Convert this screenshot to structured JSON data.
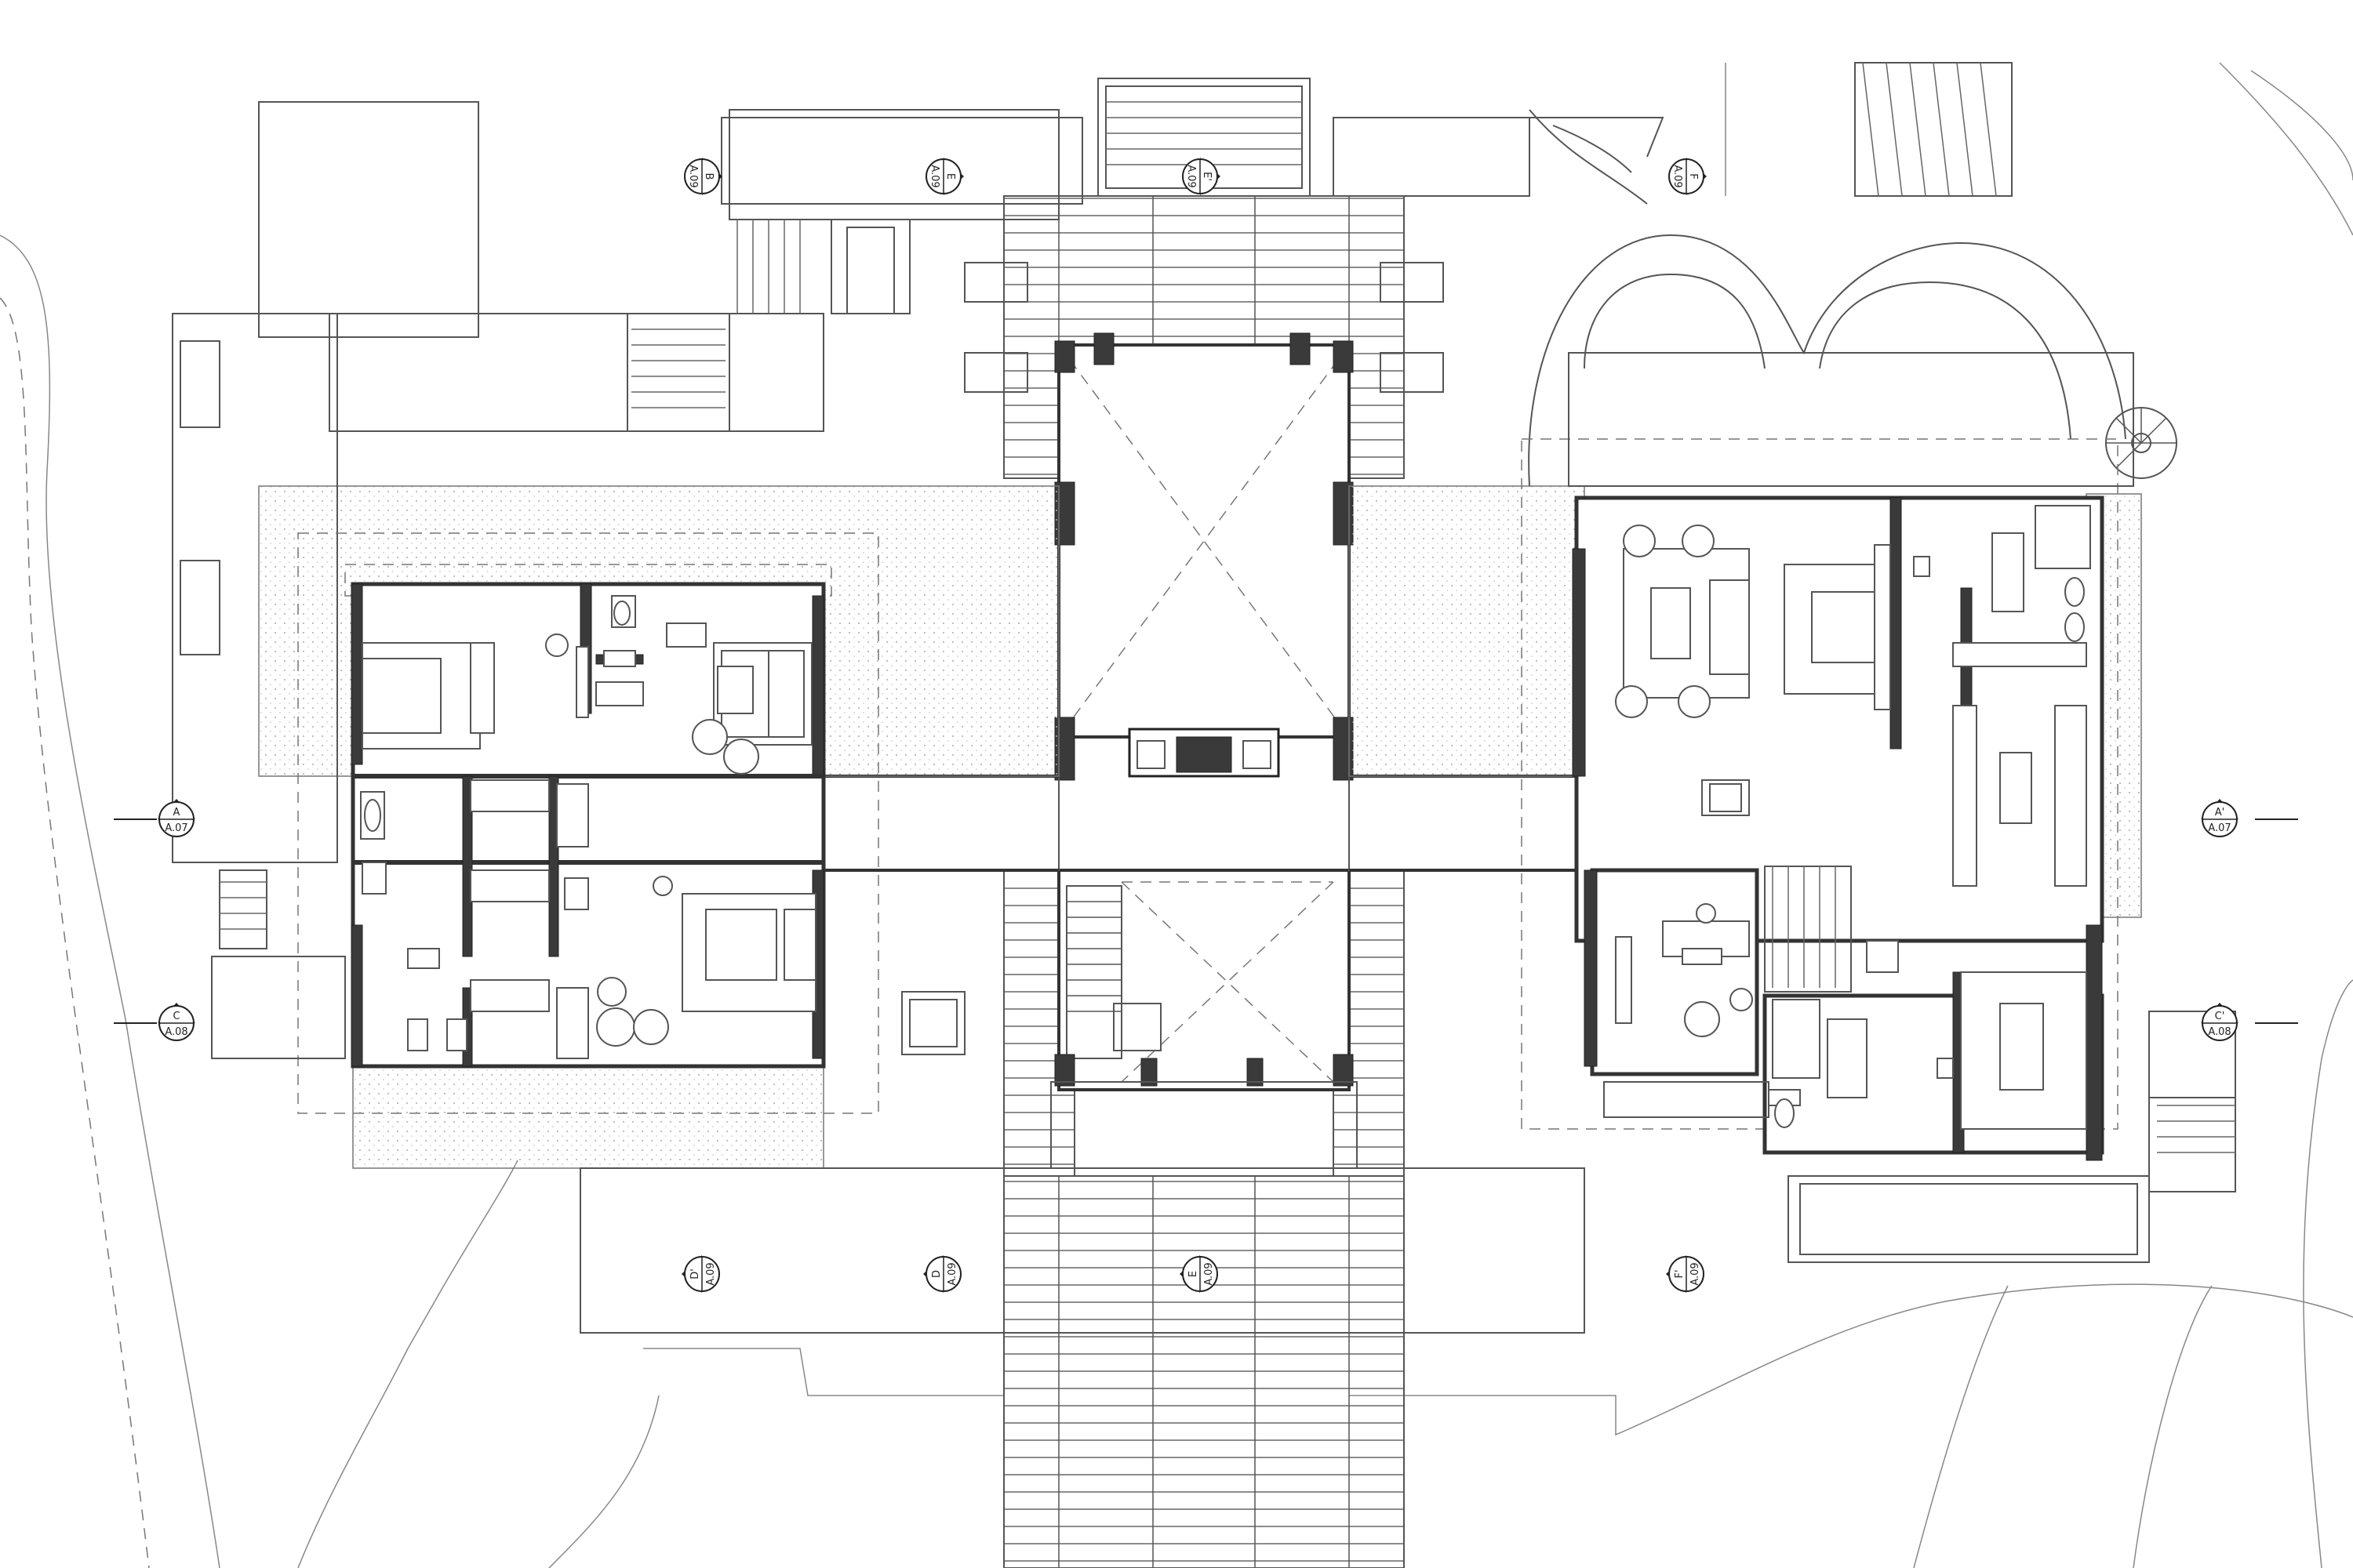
{
  "section_markers": [
    {
      "id": "marker-top-1",
      "letter": "B",
      "sheet": "A.09"
    },
    {
      "id": "marker-top-2",
      "letter": "E",
      "sheet": "A.09"
    },
    {
      "id": "marker-top-3",
      "letter": "E'",
      "sheet": "A.09"
    },
    {
      "id": "marker-top-4",
      "letter": "F",
      "sheet": "A.09"
    },
    {
      "id": "marker-bottom-1",
      "letter": "D'",
      "sheet": "A.09"
    },
    {
      "id": "marker-bottom-2",
      "letter": "D",
      "sheet": "A.09"
    },
    {
      "id": "marker-bottom-3",
      "letter": "E",
      "sheet": "A.09"
    },
    {
      "id": "marker-bottom-4",
      "letter": "F'",
      "sheet": "A.09"
    },
    {
      "id": "marker-left-1",
      "letter": "A",
      "sheet": "A.07"
    },
    {
      "id": "marker-left-2",
      "letter": "C",
      "sheet": "A.08"
    },
    {
      "id": "marker-right-1",
      "letter": "A'",
      "sheet": "A.07"
    },
    {
      "id": "marker-right-2",
      "letter": "C'",
      "sheet": "A.08"
    }
  ]
}
